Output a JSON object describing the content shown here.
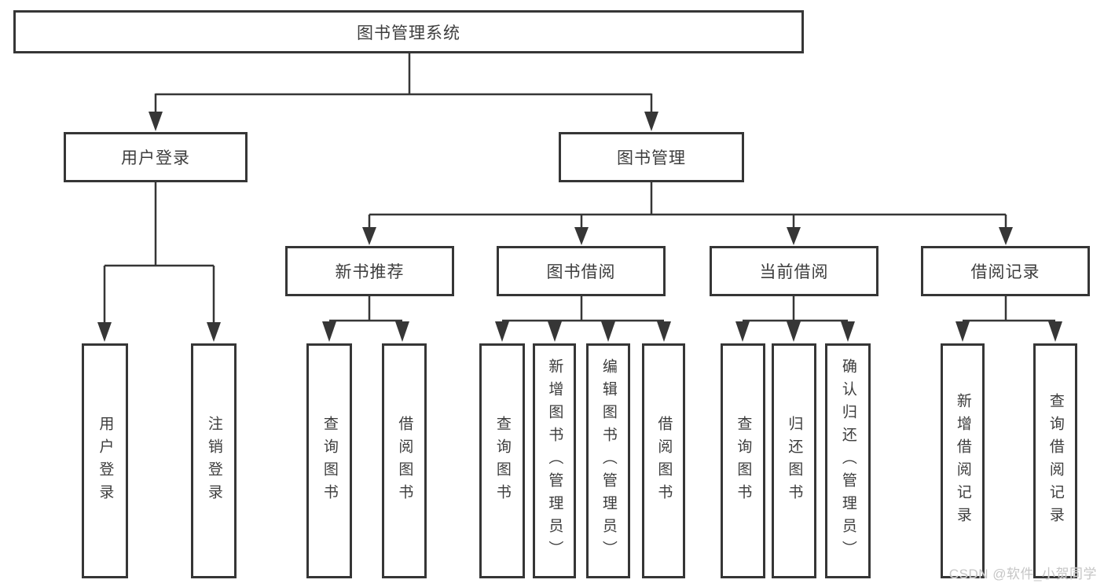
{
  "diagram": {
    "title": "图书管理系统",
    "watermark": "CSDN @软件_小贺同学",
    "colors": {
      "line": "#363636",
      "box_border": "#363636",
      "box_background": "#ffffff",
      "label_text": "#3d3d3d",
      "watermark_text": "#c6c6c6"
    },
    "nodes": {
      "root": "图书管理系统",
      "user_login": "用户登录",
      "book_mgmt": "图书管理",
      "new_book_rec": "新书推荐",
      "book_borrow": "图书借阅",
      "current_borrow": "当前借阅",
      "borrow_records": "借阅记录",
      "leaf_user_login": "用户登录",
      "leaf_logout": "注销登录",
      "leaf_query_book_rec": "查询图书",
      "leaf_borrow_book_rec": "借阅图书",
      "leaf_query_book_borrow": "查询图书",
      "leaf_add_book_admin": "新增图书（管理员）",
      "leaf_edit_book_admin": "编辑图书（管理员）",
      "leaf_borrow_book_borrow": "借阅图书",
      "leaf_query_book_current": "查询图书",
      "leaf_return_book": "归还图书",
      "leaf_confirm_return_admin": "确认归还（管理员）",
      "leaf_add_record": "新增借阅记录",
      "leaf_query_record": "查询借阅记录"
    },
    "hierarchy": {
      "图书管理系统": {
        "用户登录": [
          "用户登录",
          "注销登录"
        ],
        "图书管理": {
          "新书推荐": [
            "查询图书",
            "借阅图书"
          ],
          "图书借阅": [
            "查询图书",
            "新增图书（管理员）",
            "编辑图书（管理员）",
            "借阅图书"
          ],
          "当前借阅": [
            "查询图书",
            "归还图书",
            "确认归还（管理员）"
          ],
          "借阅记录": [
            "新增借阅记录",
            "查询借阅记录"
          ]
        }
      }
    }
  }
}
